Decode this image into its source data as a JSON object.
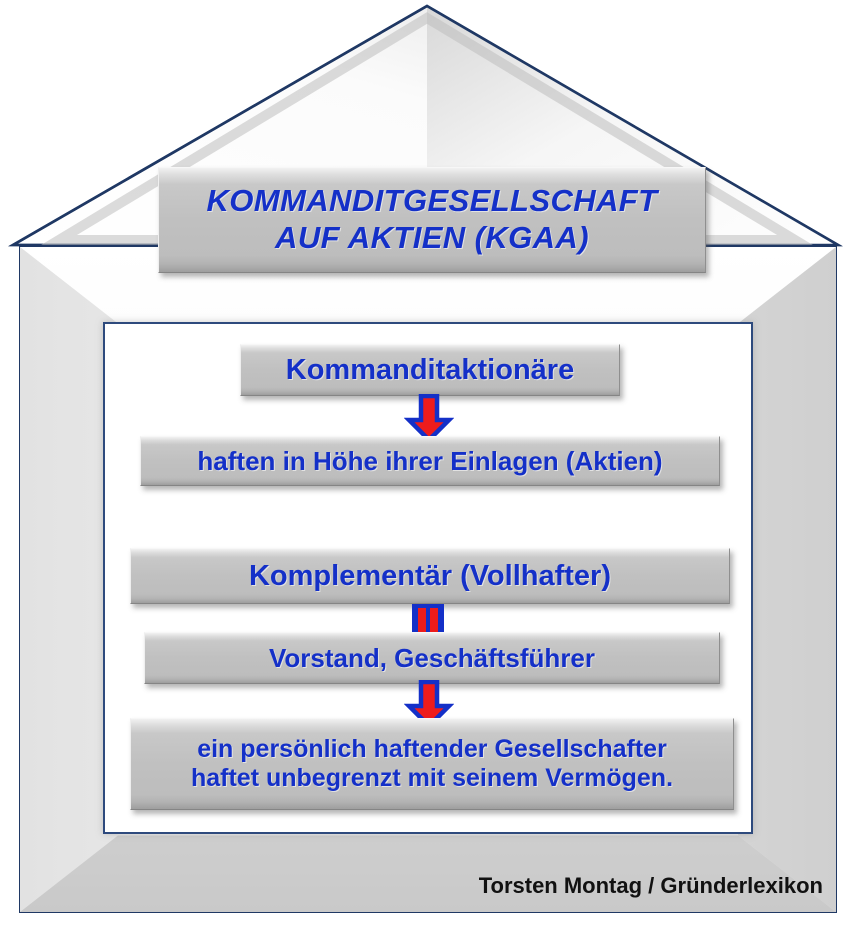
{
  "diagram": {
    "title_lines": [
      "KOMMANDITGESELLSCHAFT",
      "AUF AKTIEN (KGAA)"
    ],
    "title_full": "KOMMANDITGESELLSCHAFT AUF AKTIEN (KGAA)",
    "shape": "house",
    "colors": {
      "text_blue": "#1430c8",
      "outline_navy": "#1f3864",
      "panel_border": "#2e4a7d",
      "box_grey": "#c0c0c0",
      "arrow_fill": "#ee1c1c",
      "arrow_outline": "#1430c8",
      "background": "#ffffff",
      "credit_black": "#111111"
    },
    "boxes": [
      {
        "id": "kommanditaktionaere",
        "label": "Kommanditaktionäre"
      },
      {
        "id": "haftung-kommanditaktionaere",
        "label": "haften in Höhe ihrer Einlagen (Aktien)"
      },
      {
        "id": "komplementaer",
        "label": "Komplementär (Vollhafter)"
      },
      {
        "id": "vorstand",
        "label": "Vorstand, Geschäftsführer"
      },
      {
        "id": "haftung-komplementaer",
        "label_line1": "ein persönlich haftender Gesellschafter",
        "label_line2": "haftet unbegrenzt mit seinem Vermögen."
      }
    ],
    "connectors": [
      {
        "id": "arrow-1",
        "type": "down-arrow",
        "from": "kommanditaktionaere",
        "to": "haftung-kommanditaktionaere"
      },
      {
        "id": "equals-1",
        "type": "equals-bars",
        "from": "komplementaer",
        "to": "vorstand"
      },
      {
        "id": "arrow-2",
        "type": "down-arrow",
        "from": "vorstand",
        "to": "haftung-komplementaer"
      }
    ],
    "credit": "Torsten Montag / Gründerlexikon"
  }
}
